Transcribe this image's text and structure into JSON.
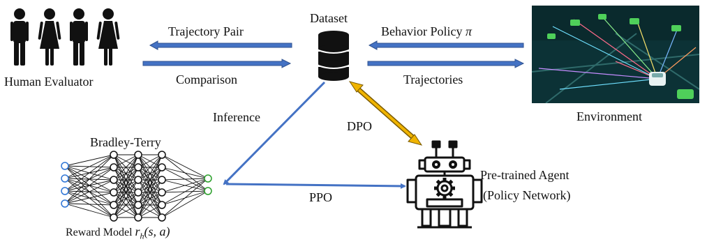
{
  "labels": {
    "human_evaluator": "Human Evaluator",
    "trajectory_pair": "Trajectory Pair",
    "comparison": "Comparison",
    "dataset": "Dataset",
    "behavior_policy": "Behavior Policy",
    "behavior_policy_symbol": "π",
    "trajectories": "Trajectories",
    "environment": "Environment",
    "inference": "Inference",
    "dpo": "DPO",
    "bradley_terry": "Bradley-Terry",
    "reward_model": "Reward Model",
    "reward_model_r": "r",
    "reward_model_sub": "h",
    "reward_model_args": "(s, a)",
    "ppo": "PPO",
    "agent_line1": "Pre-trained Agent",
    "agent_line2": "(Policy Network)"
  },
  "colors": {
    "arrow_blue": "#4472c4",
    "arrow_gold": "#f0b400",
    "nn_input": "#2e75d6",
    "nn_output": "#2aa02a",
    "env_bg": "#0c3236"
  },
  "icons": [
    "person-icon",
    "database-icon",
    "robot-icon",
    "gear-icon"
  ]
}
